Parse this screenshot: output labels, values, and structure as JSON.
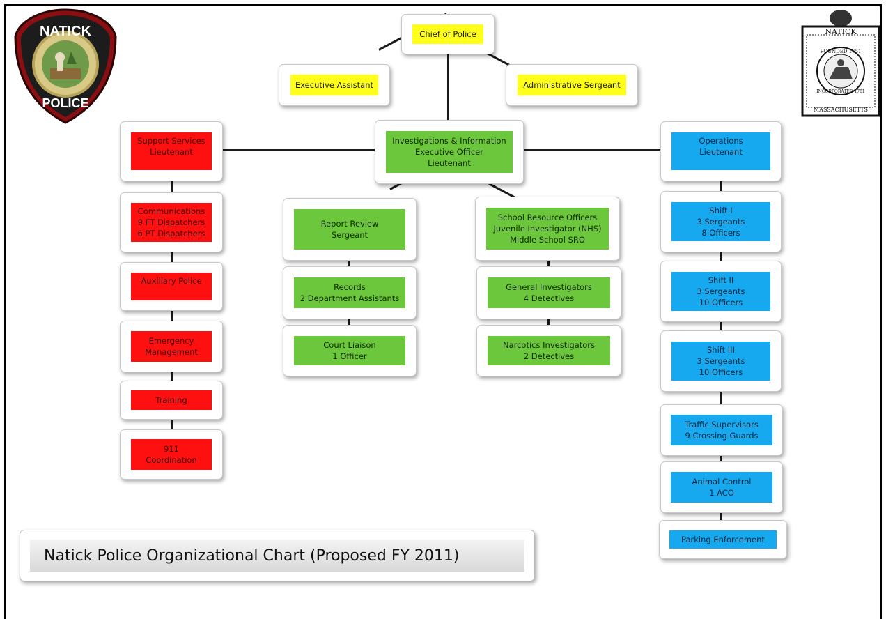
{
  "title": "Natick Police Organizational Chart (Proposed FY 2011)",
  "logos": {
    "badge": {
      "top": "NATICK",
      "bottom": "POLICE"
    },
    "seal": {
      "top": "NATICK",
      "middle": "FOUNDED 1651",
      "inner": "INCORPORATED 1781",
      "bottom": "MASSACHUSETTS"
    }
  },
  "nodes": {
    "chief": [
      "Chief of Police"
    ],
    "exec_assistant": [
      "Executive Assistant"
    ],
    "admin_sergeant": [
      "Administrative Sergeant"
    ],
    "investigations": [
      "Investigations & Information",
      "Executive Officer",
      "Lieutenant"
    ],
    "support": [
      "Support Services",
      "Lieutenant"
    ],
    "operations": [
      "Operations",
      "Lieutenant"
    ],
    "communications": [
      "Communications",
      "9 FT Dispatchers",
      "6 PT Dispatchers"
    ],
    "auxiliary": [
      "Auxiliary Police"
    ],
    "emergency": [
      "Emergency",
      "Management"
    ],
    "training": [
      "Training"
    ],
    "coordination": [
      "911",
      "Coordination"
    ],
    "report_review": [
      "Report Review",
      "Sergeant"
    ],
    "records": [
      "Records",
      "2 Department Assistants"
    ],
    "court": [
      "Court Liaison",
      "1 Officer"
    ],
    "sro": [
      "School Resource Officers",
      "Juvenile Investigator (NHS)",
      "Middle School SRO"
    ],
    "general": [
      "General Investigators",
      "4 Detectives"
    ],
    "narcotics": [
      "Narcotics Investigators",
      "2 Detectives"
    ],
    "shift1": [
      "Shift I",
      "3 Sergeants",
      "8 Officers"
    ],
    "shift2": [
      "Shift II",
      "3 Sergeants",
      "10 Officers"
    ],
    "shift3": [
      "Shift III",
      "3 Sergeants",
      "10 Officers"
    ],
    "traffic": [
      "Traffic Supervisors",
      "9 Crossing Guards"
    ],
    "animal": [
      "Animal Control",
      "1 ACO"
    ],
    "parking": [
      "Parking Enforcement"
    ]
  },
  "colors": {
    "support_services": "#ff1010",
    "investigations": "#6cc73d",
    "operations": "#17a9f0",
    "command_staff": "#ffff1a"
  }
}
